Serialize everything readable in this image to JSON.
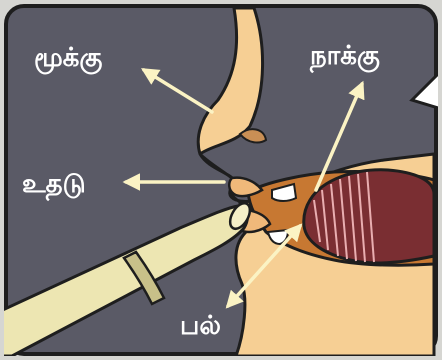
{
  "labels": {
    "nose": "மூக்கு",
    "tongue": "நாக்கு",
    "lips": "உதடு",
    "tooth": "பல்"
  },
  "colors": {
    "background": "#5a5a66",
    "border": "#1e1e1e",
    "skin": "#f6cf94",
    "tongue": "#7a2e32",
    "arrow": "#fbf3c4",
    "pipe": "#ede6b2"
  }
}
